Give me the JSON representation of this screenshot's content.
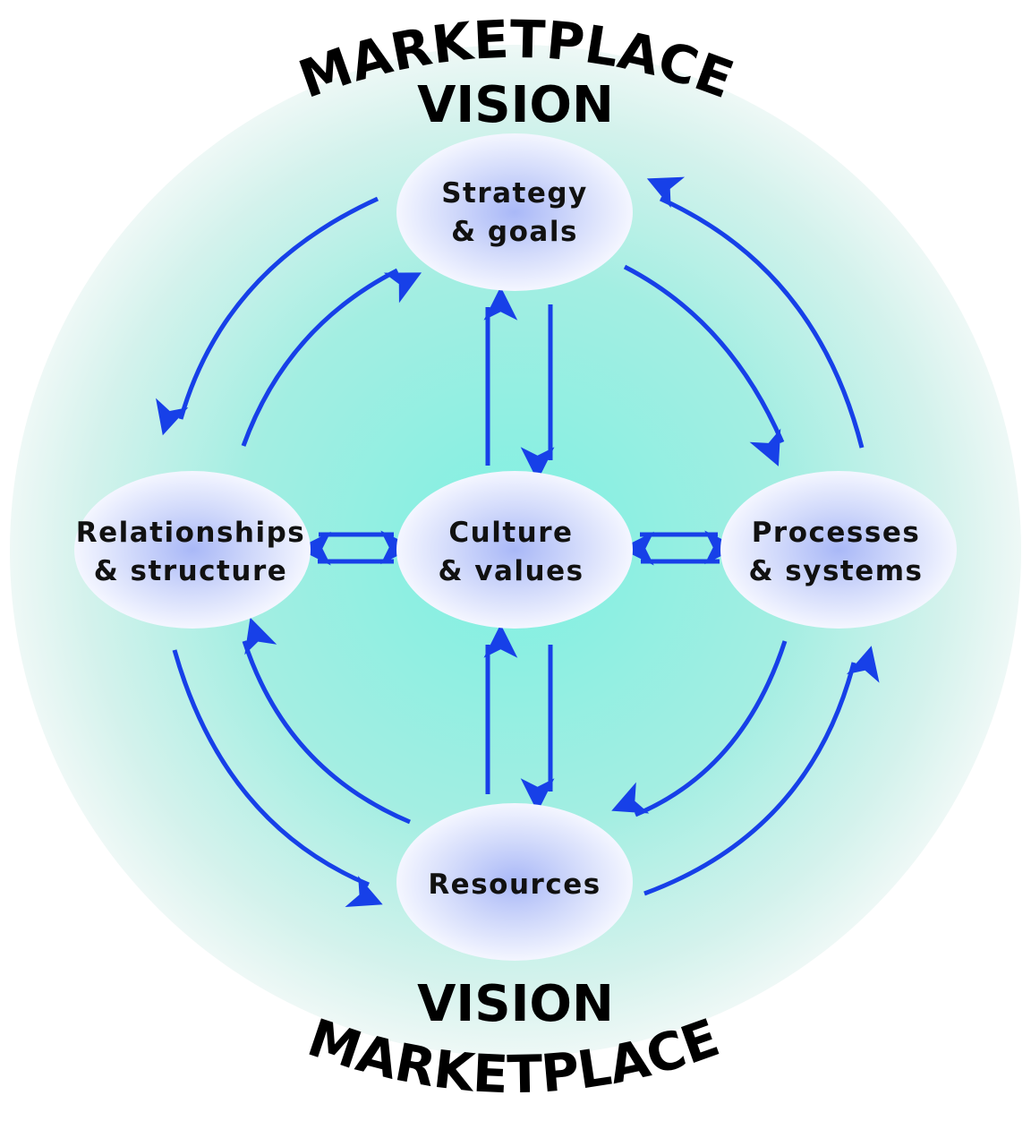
{
  "outer": {
    "top_curved": "MARKETPLACE",
    "top_vision": "VISION",
    "bottom_vision": "VISION",
    "bottom_curved": "MARKETPLACE"
  },
  "nodes": {
    "strategy": {
      "line1": "Strategy",
      "line2": "& goals"
    },
    "relationships": {
      "line1": "Relationships",
      "line2": "& structure"
    },
    "culture": {
      "line1": "Culture",
      "line2": "& values"
    },
    "processes": {
      "line1": "Processes",
      "line2": "& systems"
    },
    "resources": {
      "line1": "Resources"
    }
  },
  "colors": {
    "arrow": "#1740e8",
    "glow_center": "#7ff0e2",
    "glow_edge": "#ffffff",
    "node_center": "#b8c4fa",
    "node_edge": "#f4f6ff"
  }
}
